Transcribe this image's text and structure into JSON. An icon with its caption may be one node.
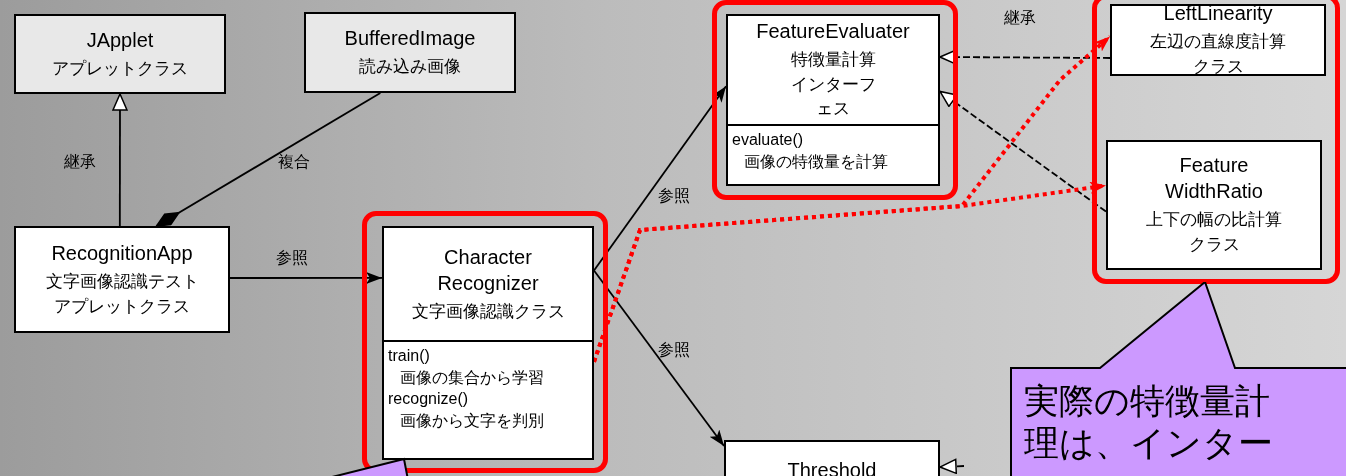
{
  "diagram": {
    "nodes": [
      {
        "text": [
          "JApplet",
          "アプレットクラス"
        ]
      },
      {
        "text": [
          "BufferedImage",
          "読み込み画像"
        ]
      },
      {
        "text": [
          "RecognitionApp",
          "文字画像認識テストアプレットクラス"
        ]
      },
      {
        "text": [],
        "shape": "box"
      },
      {
        "text": [
          "Character Recognizer",
          "文字画像認識クラス",
          "train()",
          "画像の集合から学習",
          "recognize()",
          "画像から文字を判別"
        ],
        "in": 3
      },
      {
        "text": [],
        "shape": "box"
      },
      {
        "text": [
          "FeatureEvaluater",
          "特徴量計算インターフェス",
          "evaluate()",
          "画像の特徴量を計算"
        ],
        "in": 5
      },
      {
        "text": [],
        "shape": "box"
      },
      {
        "text": [
          "LeftLinearity",
          "左辺の直線度計算クラス"
        ],
        "in": 7
      },
      {
        "text": [
          "Feature WidthRatio",
          "上下の幅の比計算クラス"
        ],
        "in": 7
      },
      {
        "text": [
          "Threshold"
        ]
      },
      {
        "text": [
          "実際の特徴量計理は、インター"
        ]
      },
      {
        "text": [],
        "shape": "callout"
      }
    ],
    "edges": [
      {
        "from": 2,
        "to": 0,
        "arrow": "to",
        "label": "継承"
      },
      {
        "from": 2,
        "to": 1,
        "arrow": "other",
        "label": "複合"
      },
      {
        "from": 2,
        "to": 4,
        "arrow": "to",
        "label": "参照"
      },
      {
        "from": 4,
        "to": 6,
        "arrow": "to",
        "label": "参照"
      },
      {
        "from": 4,
        "to": 10,
        "arrow": "to",
        "label": "参照"
      },
      {
        "from": 8,
        "to": 6,
        "arrow": "to",
        "label": "継承",
        "style": "dashed"
      },
      {
        "from": 9,
        "to": 6,
        "arrow": "to",
        "style": "dashed"
      },
      {
        "from": 4,
        "to": 8,
        "arrow": "to",
        "style": "dashed",
        "color": "#ff0000"
      },
      {
        "from": 4,
        "to": 9,
        "arrow": "to",
        "style": "dashed",
        "color": "#ff0000"
      },
      {
        "from": null,
        "to": 10,
        "arrow": "to",
        "style": "dashed"
      }
    ]
  }
}
